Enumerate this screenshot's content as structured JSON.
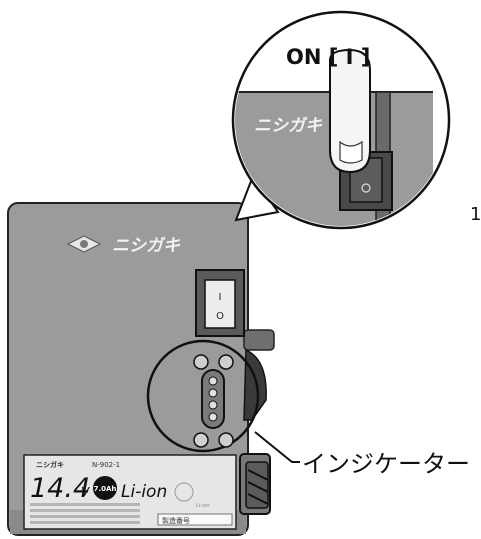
{
  "zoom_callout": {
    "on_label": "ON [ I ]",
    "brand": "ニシガキ"
  },
  "side_number": "1",
  "panel": {
    "brand": "ニシガキ",
    "switch_symbols": {
      "on": "I",
      "off": "O"
    }
  },
  "battery_label": {
    "brand": "ニシガキ",
    "model": "N-902-1",
    "voltage": "14.4",
    "voltage_unit": "V",
    "capacity": "7.0Ah",
    "chemistry": "Li-ion",
    "recycle_mark": "Li-ion",
    "serial_label": "製造番号"
  },
  "indicator_label": "インジケーター",
  "colors": {
    "housing": "#9a9a9a",
    "housing_dark": "#7a7a7a",
    "outline": "#222222",
    "label_bg": "#e6e6e6"
  }
}
